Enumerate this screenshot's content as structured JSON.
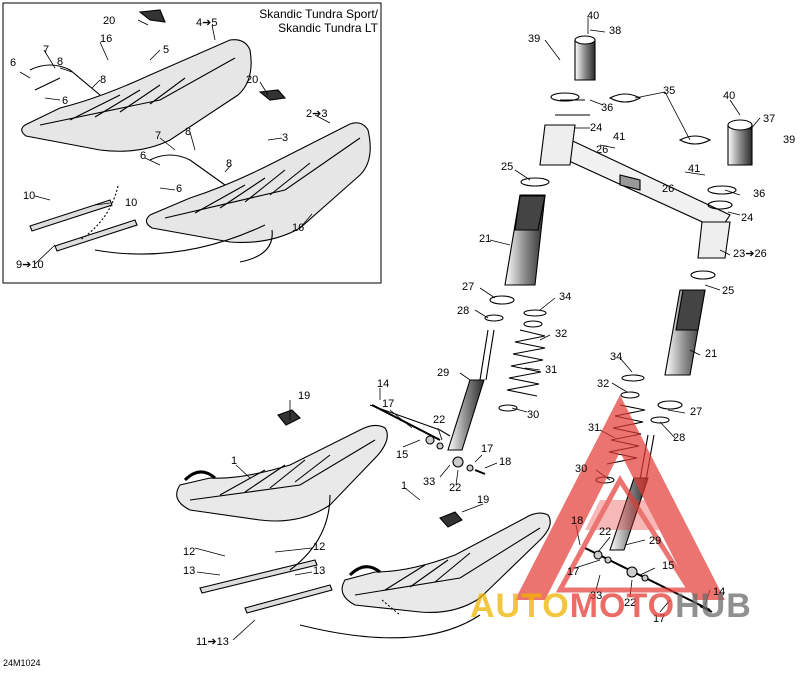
{
  "inset_title_line1": "Skandic Tundra Sport/",
  "inset_title_line2": "Skandic Tundra LT",
  "diagram_code": "24M1024",
  "watermark": {
    "auto": "AUTO",
    "moto": "MOTO",
    "hub": "HUB",
    "colors": {
      "auto": "#f0b400",
      "moto": "#e53a34",
      "hub": "#6b6b6b"
    }
  },
  "labels": [
    {
      "id": "l20a",
      "text": "20"
    },
    {
      "id": "l45",
      "text": "4➔5"
    },
    {
      "id": "l16a",
      "text": "16"
    },
    {
      "id": "l7a",
      "text": "7"
    },
    {
      "id": "l8a",
      "text": "8"
    },
    {
      "id": "l5a",
      "text": "5"
    },
    {
      "id": "l6a",
      "text": "6"
    },
    {
      "id": "l8b",
      "text": "8"
    },
    {
      "id": "l6b",
      "text": "6"
    },
    {
      "id": "l20b",
      "text": "20"
    },
    {
      "id": "l23",
      "text": "2➔3"
    },
    {
      "id": "l3",
      "text": "3"
    },
    {
      "id": "l7b",
      "text": "7"
    },
    {
      "id": "l8c",
      "text": "8"
    },
    {
      "id": "l6c",
      "text": "6"
    },
    {
      "id": "l8d",
      "text": "8"
    },
    {
      "id": "l6d",
      "text": "6"
    },
    {
      "id": "l10a",
      "text": "10"
    },
    {
      "id": "l10b",
      "text": "10"
    },
    {
      "id": "l910",
      "text": "9➔10"
    },
    {
      "id": "l16b",
      "text": "16"
    },
    {
      "id": "l40a",
      "text": "40"
    },
    {
      "id": "l38",
      "text": "38"
    },
    {
      "id": "l39a",
      "text": "39"
    },
    {
      "id": "l36a",
      "text": "36"
    },
    {
      "id": "l35",
      "text": "35"
    },
    {
      "id": "l24a",
      "text": "24"
    },
    {
      "id": "l41a",
      "text": "41"
    },
    {
      "id": "l26a",
      "text": "26"
    },
    {
      "id": "l40b",
      "text": "40"
    },
    {
      "id": "l37",
      "text": "37"
    },
    {
      "id": "l39b",
      "text": "39"
    },
    {
      "id": "l25a",
      "text": "25"
    },
    {
      "id": "l41b",
      "text": "41"
    },
    {
      "id": "l26b",
      "text": "26"
    },
    {
      "id": "l36b",
      "text": "36"
    },
    {
      "id": "l24b",
      "text": "24"
    },
    {
      "id": "l21a",
      "text": "21"
    },
    {
      "id": "l2326",
      "text": "23➔26"
    },
    {
      "id": "l27a",
      "text": "27"
    },
    {
      "id": "l25b",
      "text": "25"
    },
    {
      "id": "l34a",
      "text": "34"
    },
    {
      "id": "l28a",
      "text": "28"
    },
    {
      "id": "l32a",
      "text": "32"
    },
    {
      "id": "l21b",
      "text": "21"
    },
    {
      "id": "l31a",
      "text": "31"
    },
    {
      "id": "l29a",
      "text": "29"
    },
    {
      "id": "l34b",
      "text": "34"
    },
    {
      "id": "l30a",
      "text": "30"
    },
    {
      "id": "l32b",
      "text": "32"
    },
    {
      "id": "l14a",
      "text": "14"
    },
    {
      "id": "l19a",
      "text": "19"
    },
    {
      "id": "l17a",
      "text": "17"
    },
    {
      "id": "l22a",
      "text": "22"
    },
    {
      "id": "l27b",
      "text": "27"
    },
    {
      "id": "l28b",
      "text": "28"
    },
    {
      "id": "l31b",
      "text": "31"
    },
    {
      "id": "l1a",
      "text": "1"
    },
    {
      "id": "l15a",
      "text": "15"
    },
    {
      "id": "l17b",
      "text": "17"
    },
    {
      "id": "l18a",
      "text": "18"
    },
    {
      "id": "l33a",
      "text": "33"
    },
    {
      "id": "l22b",
      "text": "22"
    },
    {
      "id": "l30b",
      "text": "30"
    },
    {
      "id": "l19b",
      "text": "19"
    },
    {
      "id": "l1b",
      "text": "1"
    },
    {
      "id": "l18b",
      "text": "18"
    },
    {
      "id": "l22c",
      "text": "22"
    },
    {
      "id": "l29b",
      "text": "29"
    },
    {
      "id": "l12a",
      "text": "12"
    },
    {
      "id": "l12b",
      "text": "12"
    },
    {
      "id": "l13a",
      "text": "13"
    },
    {
      "id": "l13b",
      "text": "13"
    },
    {
      "id": "l17c",
      "text": "17"
    },
    {
      "id": "l15b",
      "text": "15"
    },
    {
      "id": "l33b",
      "text": "33"
    },
    {
      "id": "l22d",
      "text": "22"
    },
    {
      "id": "l14b",
      "text": "14"
    },
    {
      "id": "l17d",
      "text": "17"
    },
    {
      "id": "l1113",
      "text": "11➔13"
    }
  ]
}
